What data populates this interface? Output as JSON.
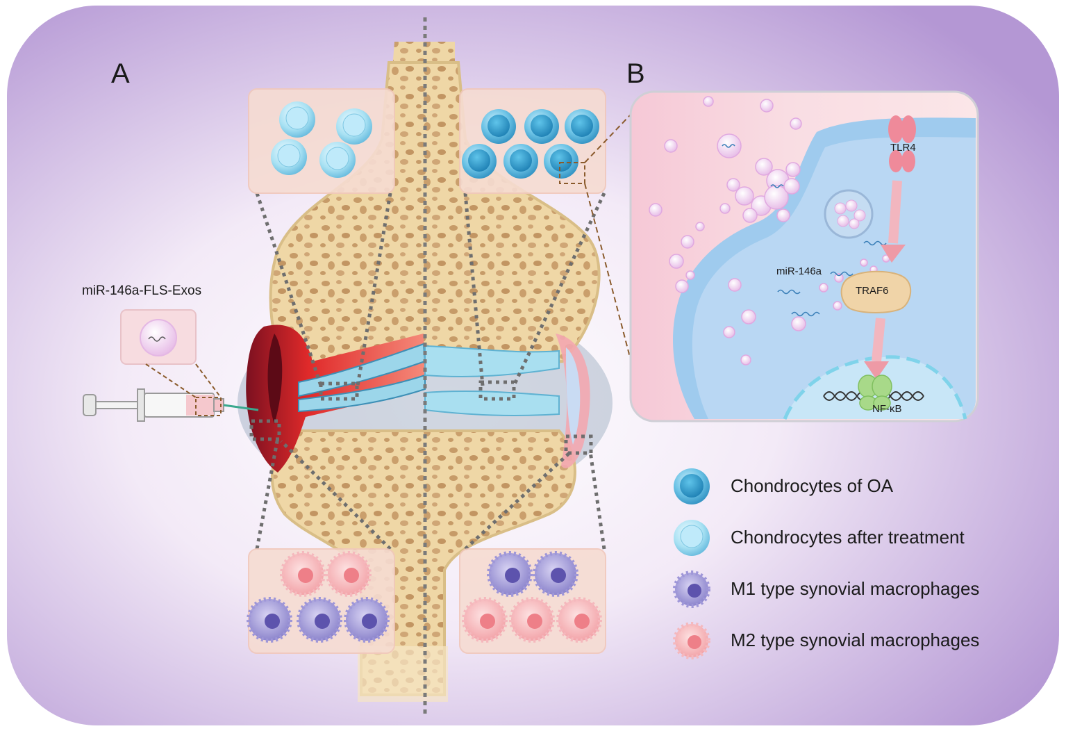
{
  "panels": {
    "a": "A",
    "b": "B"
  },
  "injection_label": "miR-146a-FLS-Exos",
  "pathway": {
    "receptor": "TLR4",
    "mirna": "miR-146a",
    "adaptor": "TRAF6",
    "transcription_factor": "NF-κB"
  },
  "legend": [
    {
      "label": "Chondrocytes of OA",
      "icon": "oa-chondrocyte-icon"
    },
    {
      "label": "Chondrocytes after treatment",
      "icon": "treated-chondrocyte-icon"
    },
    {
      "label": "M1 type synovial macrophages",
      "icon": "m1-macrophage-icon"
    },
    {
      "label": "M2 type synovial macrophages",
      "icon": "m2-macrophage-icon"
    }
  ],
  "colors": {
    "background_purple": "#b79ad6",
    "bone": "#f0d9a6",
    "bone_spot": "#c9a06e",
    "inflammation": "#e23b3b",
    "oa_chondrocyte": "#39a9d4",
    "treated_chondrocyte": "#8fd5ec",
    "m1_macrophage": "#8f86cf",
    "m2_macrophage": "#f3a3a8"
  }
}
